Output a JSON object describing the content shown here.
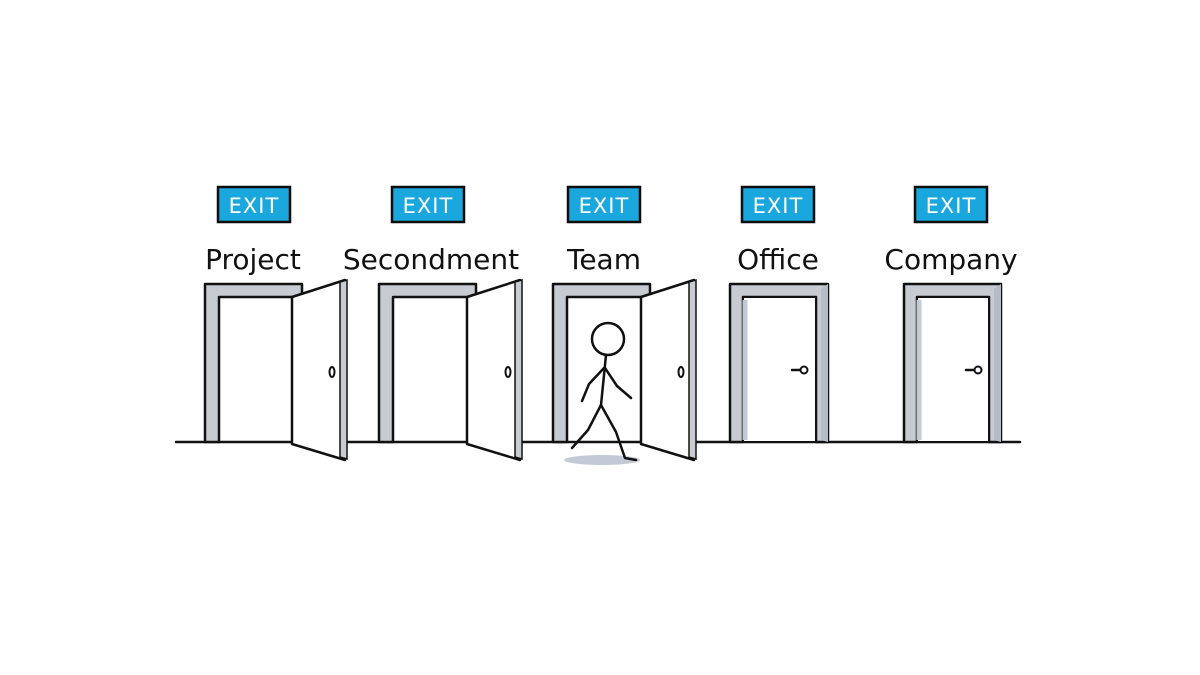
{
  "colors": {
    "background": "#ffffff",
    "sign": "#1aa7dd",
    "sign_border": "#0d0d0d",
    "frame_fill": "#c7ccd2",
    "ink": "#111111",
    "door_fill": "#ffffff",
    "shadow": "#c3cad6"
  },
  "doors": [
    {
      "sign": "EXIT",
      "label": "Project",
      "state": "open"
    },
    {
      "sign": "EXIT",
      "label": "Secondment",
      "state": "open"
    },
    {
      "sign": "EXIT",
      "label": "Team",
      "state": "open",
      "person_walking_out": true
    },
    {
      "sign": "EXIT",
      "label": "Office",
      "state": "closed"
    },
    {
      "sign": "EXIT",
      "label": "Company",
      "state": "closed"
    }
  ]
}
